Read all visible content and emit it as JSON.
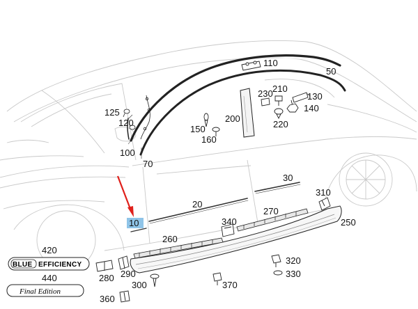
{
  "highlight_color": "#8fc4e8",
  "arrow_color": "#e0201b",
  "callouts": {
    "c10": "10",
    "c20": "20",
    "c30": "30",
    "c50": "50",
    "c70": "70",
    "c100": "100",
    "c110": "110",
    "c120": "120",
    "c125": "125",
    "c130": "130",
    "c140": "140",
    "c150": "150",
    "c160": "160",
    "c200": "200",
    "c210": "210",
    "c220": "220",
    "c230": "230",
    "c250": "250",
    "c260": "260",
    "c270": "270",
    "c280": "280",
    "c290": "290",
    "c300": "300",
    "c310": "310",
    "c320": "320",
    "c330": "330",
    "c340": "340",
    "c360": "360",
    "c370": "370",
    "c420": "420",
    "c440": "440"
  },
  "badges": {
    "blue_efficiency_left": "BLUE",
    "blue_efficiency_right": "EFFICIENCY",
    "final_edition": "Final Edition"
  },
  "icons": [
    "arrow-icon",
    "clip-icon",
    "screw-icon",
    "cap-icon",
    "nut-icon",
    "bracket-icon"
  ]
}
